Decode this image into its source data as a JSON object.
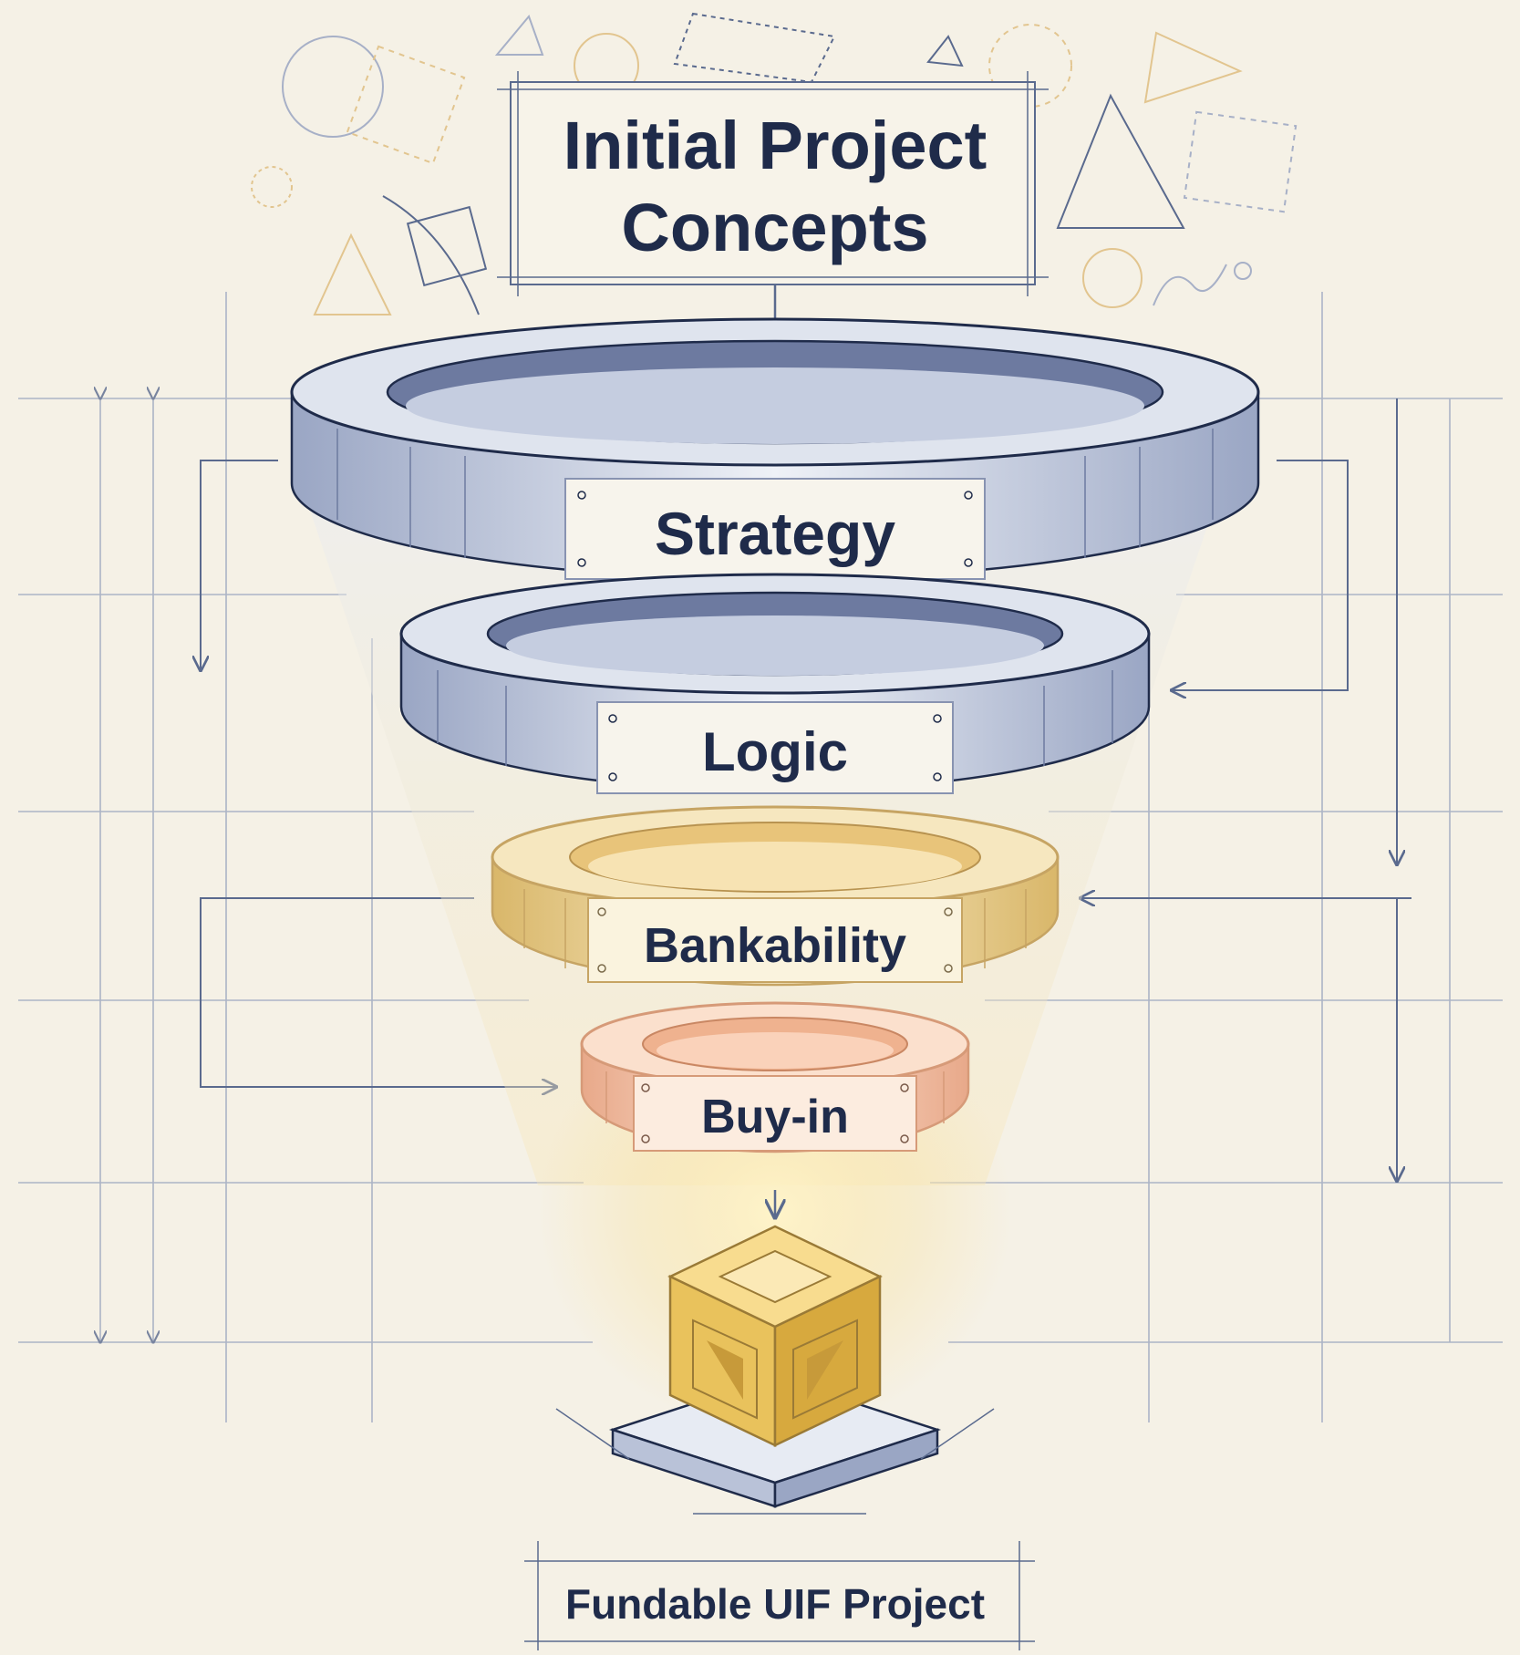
{
  "diagram": {
    "input_label_line1": "Initial Project",
    "input_label_line2": "Concepts",
    "stages": [
      {
        "label": "Strategy",
        "tone": "blue"
      },
      {
        "label": "Logic",
        "tone": "blue"
      },
      {
        "label": "Bankability",
        "tone": "gold"
      },
      {
        "label": "Buy-in",
        "tone": "peach"
      }
    ],
    "output_label": "Fundable UIF Project"
  },
  "colors": {
    "background": "#f5f1e6",
    "ink": "#1f2b4a",
    "line": "#5a6a8e",
    "blue_ring": "#c9d1e3",
    "gold_ring": "#f1dca3",
    "peach_ring": "#f5c9ad",
    "cube": "#e9c25c"
  }
}
